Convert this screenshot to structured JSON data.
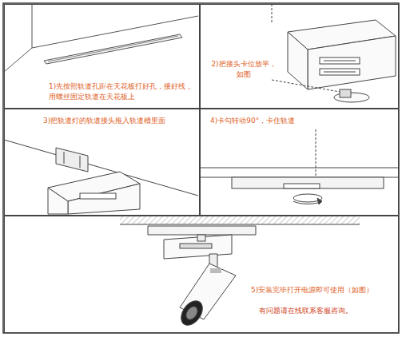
{
  "diagram": {
    "nodes": [
      {
        "text": [
          "1)先按照轨道孔距在天花板打好孔，接好线， 用螺丝固定轨道在天花板上"
        ]
      },
      {
        "text": [
          "2)把接头卡位放平， 如图"
        ]
      },
      {
        "text": [
          "3)把轨道灯的轨道接头推入轨道槽里面"
        ]
      },
      {
        "text": [
          "4)卡勾转动90°，卡住轨道"
        ]
      },
      {
        "text": [
          "5)安装完毕打开电源即可使用（如图）",
          "有问题请在线联系客服咨询。"
        ]
      }
    ]
  }
}
